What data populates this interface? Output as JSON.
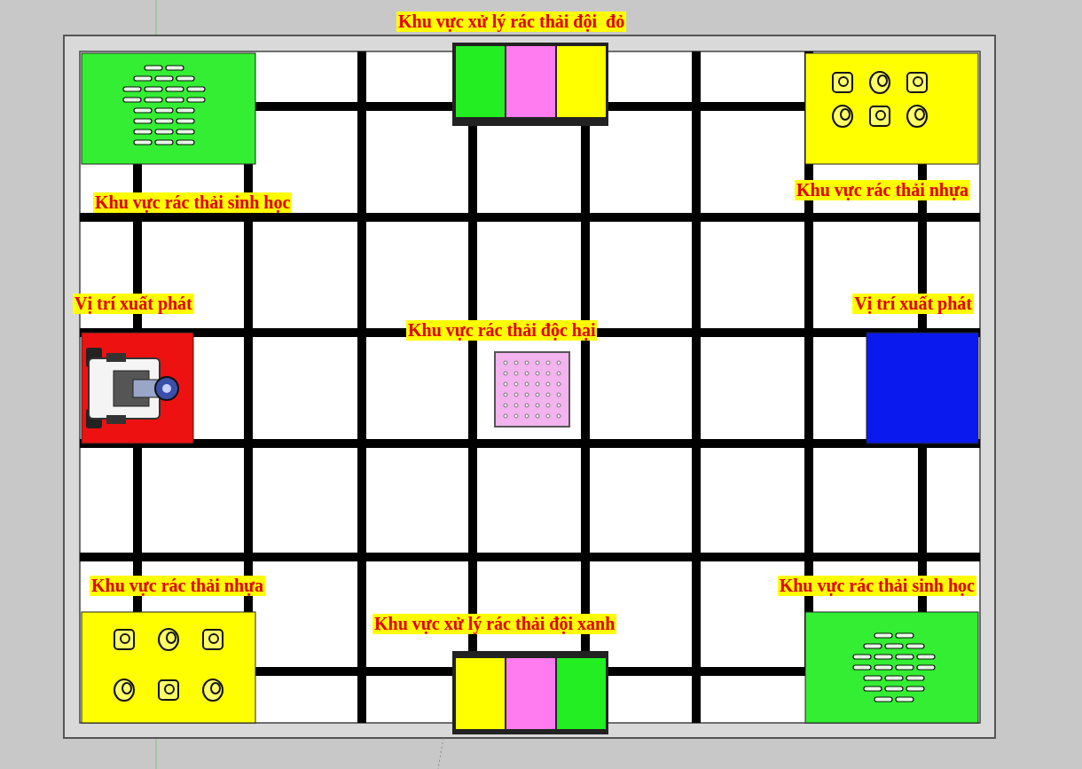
{
  "diagram": {
    "labels": [
      "Khu vực xử lý rác thải đội  đỏ",
      "Khu vực rác thải sinh học",
      "Khu vực rác thải nhựa",
      "Vị trí xuất phát",
      "Khu vực rác thải độc hại",
      "Vị trí xuất phát",
      "Khu vực rác thải nhựa",
      "Khu vực xử lý rác thải đội xanh",
      "Khu vực rác thải sinh học"
    ]
  }
}
